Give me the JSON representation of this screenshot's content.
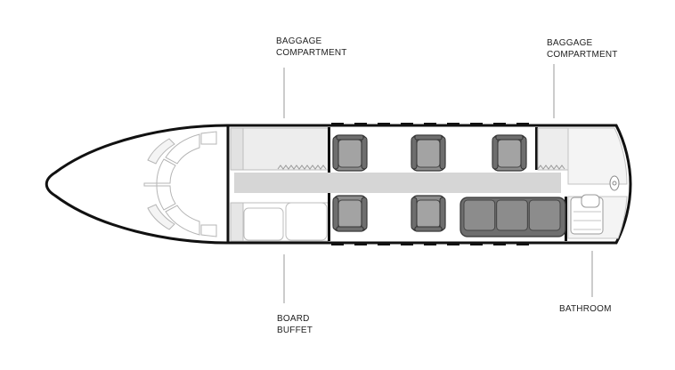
{
  "labels": {
    "baggage_left": [
      "BAGGAGE",
      "COMPARTMENT"
    ],
    "baggage_right": [
      "BAGGAGE",
      "COMPARTMENT"
    ],
    "buffet": [
      "BOARD",
      "BUFFET"
    ],
    "bathroom": [
      "BATHROOM"
    ]
  },
  "layout": {
    "seats_top_count": 3,
    "seats_bottom_count": 2,
    "divan_cushions": 3
  },
  "colors": {
    "outline": "#111111",
    "seat": "#8c8c8c",
    "seat_dark": "#6e6e6e",
    "aisle": "#d6d6d6",
    "compartment": "#ededed",
    "leader": "#9a9a9a"
  }
}
